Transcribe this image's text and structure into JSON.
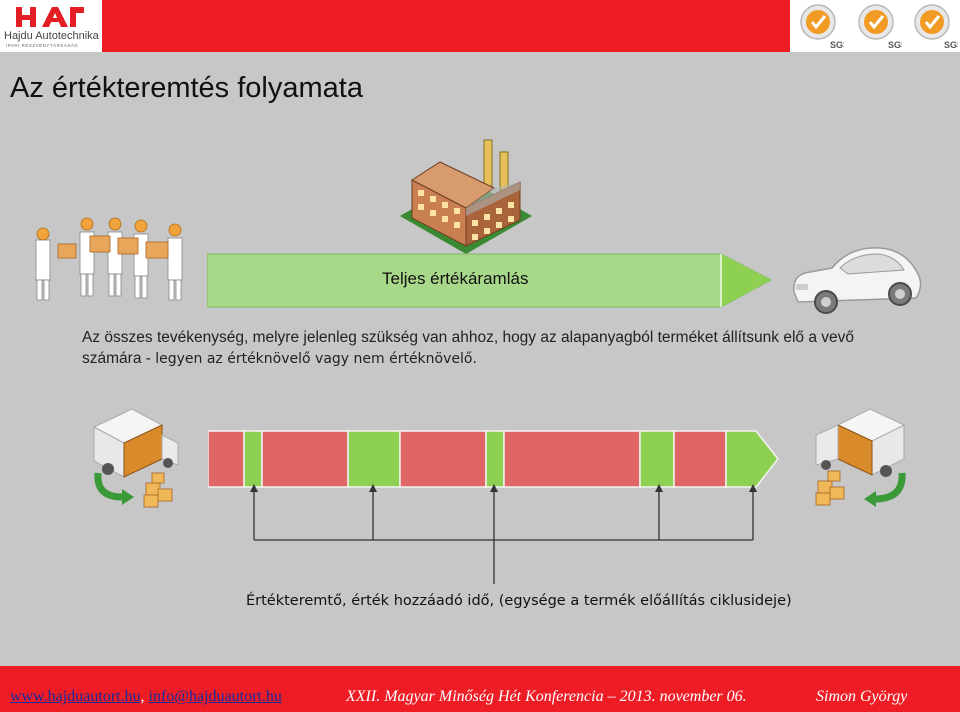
{
  "header": {
    "logo": {
      "name": "Hajdu Autotechnika",
      "subtitle": "IPARI RÉSZVÉNYTÁRSASÁG"
    },
    "certificates": [
      {
        "label": "SGS",
        "icon": "sgs-certificate-icon"
      },
      {
        "label": "SGS",
        "icon": "sgs-certificate-icon"
      },
      {
        "label": "SGS",
        "icon": "sgs-certificate-icon"
      }
    ]
  },
  "slide": {
    "title": "Az értékteremtés folyamata",
    "value_stream_label": "Teljes értékáramlás",
    "description_main": "Az összes tevékenység, melyre jelenleg szükség van ahhoz, hogy az alapanyagból terméket állítsunk elő a vevő számára -",
    "description_tail": "legyen az értéknövelő vagy nem értéknövelő.",
    "bottom_label": "Értékteremtő, érték hozzáadó idő, (egysége a termék előállítás ciklusideje)",
    "timeline_segments": [
      "red",
      "green",
      "red",
      "green",
      "red",
      "green",
      "red",
      "green",
      "red",
      "green"
    ],
    "icons": [
      "workers-icon",
      "factory-icon",
      "car-icon",
      "delivery-truck-in-icon",
      "delivery-truck-out-icon"
    ],
    "colors": {
      "green": "#8ed152",
      "light_green": "#a8d98a",
      "red": "#e06666"
    }
  },
  "footer": {
    "website": "www.hajduautort.hu",
    "separator": ",",
    "email": "info@hajduautort.hu",
    "conference": "XXII. Magyar Minőség Hét Konferencia – 2013. november 06.",
    "author": "Simon György"
  }
}
